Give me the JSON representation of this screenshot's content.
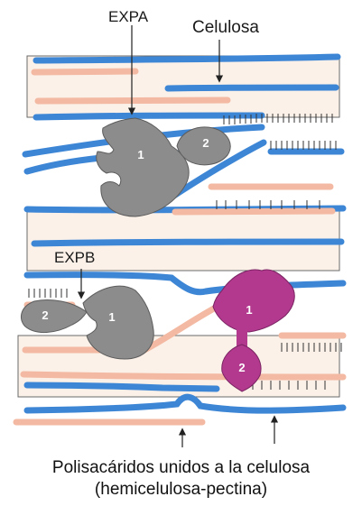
{
  "labels": {
    "expa": "EXPA",
    "celulosa": "Celulosa",
    "expb": "EXPB"
  },
  "protein_domains": {
    "expa_domain1": "1",
    "expa_domain2": "2",
    "expb_domain1": "1",
    "expb_domain2": "2",
    "pink_domain1": "1",
    "pink_domain2": "2"
  },
  "caption": {
    "line1": "Polisacáridos unidos a la celulosa",
    "line2": "(hemicelulosa-pectina)"
  },
  "colors": {
    "cellulose_blue": "#3d86d6",
    "hemicellulose_peach": "#f3b9a2",
    "band_fill": "#fbf1e8",
    "expansin_gray": "#8c8c8c",
    "pink_protein": "#b3398f"
  }
}
